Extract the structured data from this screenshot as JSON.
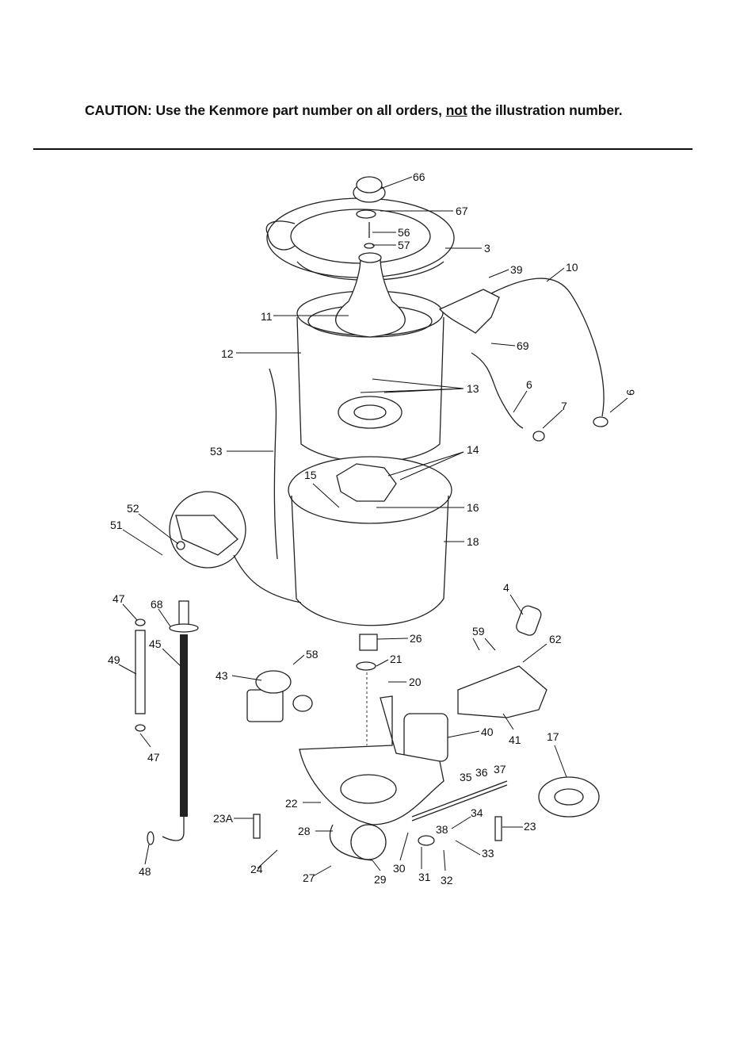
{
  "caption": {
    "prefix": "CAUTION: Use the Kenmore part number on all orders, ",
    "emphasis": "not",
    "suffix": " the illustration number."
  },
  "labels": {
    "l3": "3",
    "l4": "4",
    "l6": "6",
    "l7": "7",
    "l9": "9",
    "l10": "10",
    "l11": "11",
    "l12": "12",
    "l13": "13",
    "l14": "14",
    "l15": "15",
    "l16": "16",
    "l17": "17",
    "l18": "18",
    "l20": "20",
    "l21": "21",
    "l22": "22",
    "l23": "23",
    "l23A": "23A",
    "l24": "24",
    "l26": "26",
    "l27": "27",
    "l28": "28",
    "l29": "29",
    "l30": "30",
    "l31": "31",
    "l32": "32",
    "l33": "33",
    "l34": "34",
    "l35": "35",
    "l36": "36",
    "l37": "37",
    "l38": "38",
    "l39": "39",
    "l40": "40",
    "l41": "41",
    "l43": "43",
    "l45": "45",
    "l47a": "47",
    "l47b": "47",
    "l48": "48",
    "l49": "49",
    "l51": "51",
    "l52": "52",
    "l53": "53",
    "l56": "56",
    "l57": "57",
    "l58": "58",
    "l59": "59",
    "l62": "62",
    "l66": "66",
    "l67": "67",
    "l68": "68",
    "l69": "69"
  }
}
